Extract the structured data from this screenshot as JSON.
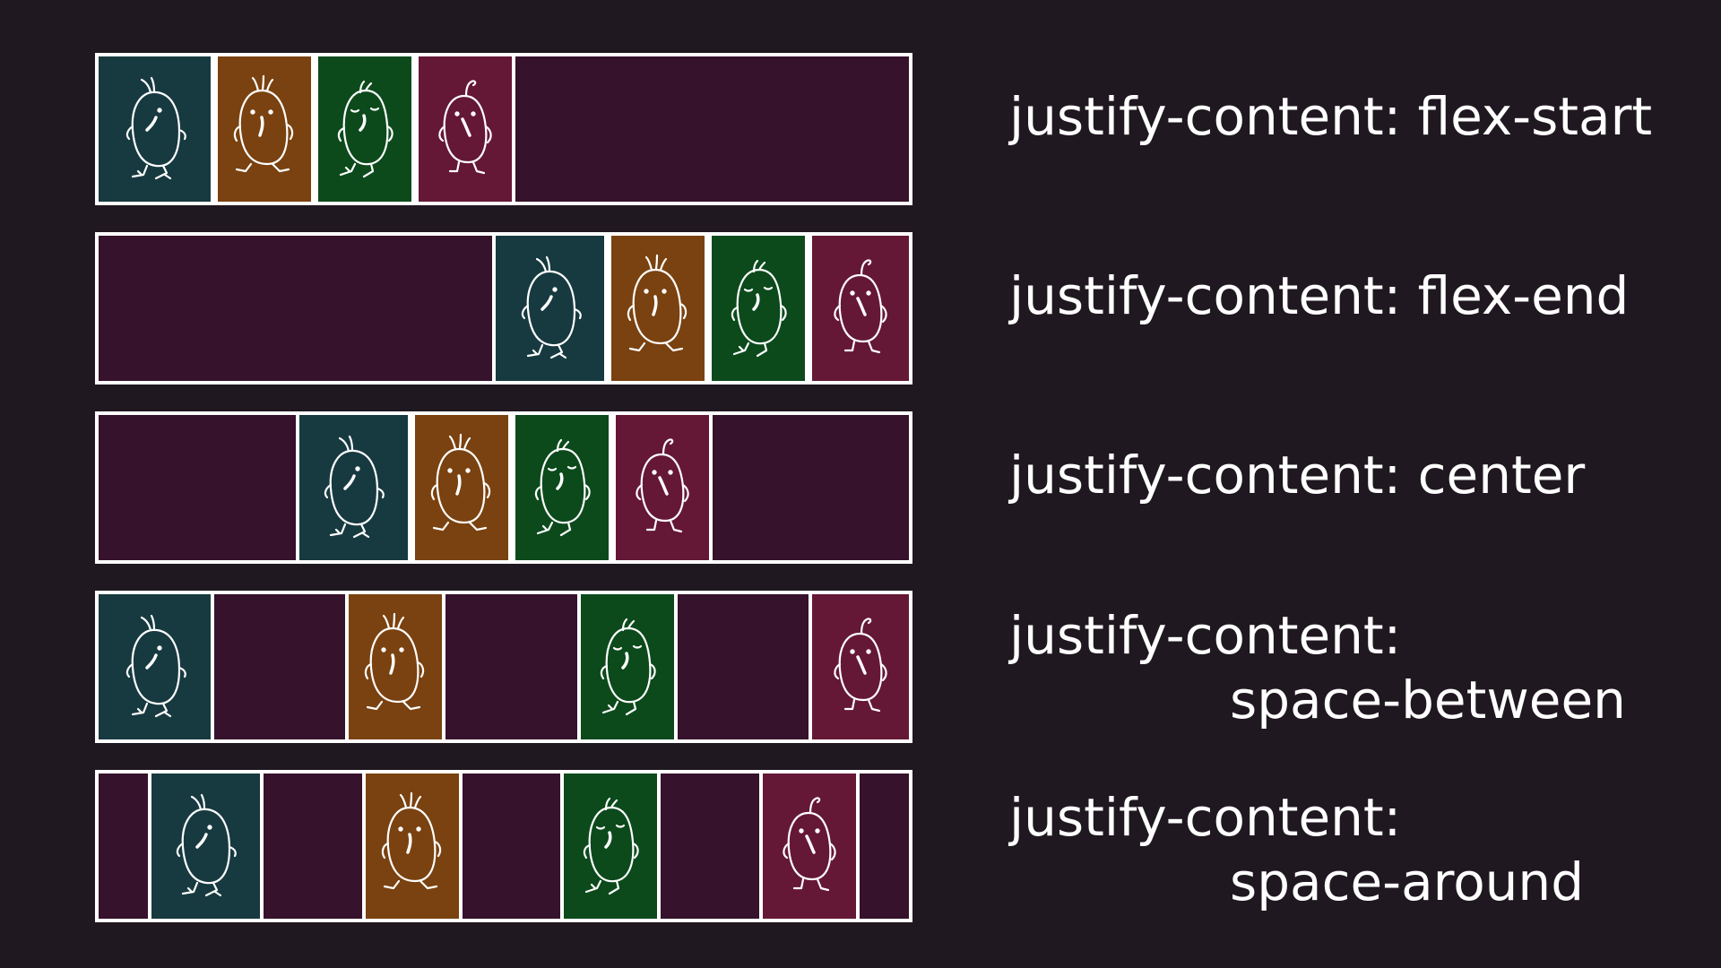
{
  "colors": {
    "background": "#201820",
    "container": "#36122c",
    "border": "#ffffff",
    "bird_teal": "#173a40",
    "bird_orange": "#7a4210",
    "bird_green": "#0c4a1c",
    "bird_maroon": "#651736"
  },
  "birds": [
    {
      "name": "teal-bird",
      "color": "#173a40",
      "icon": "chick-looking-up-icon"
    },
    {
      "name": "orange-bird",
      "color": "#7a4210",
      "icon": "chick-looking-down-icon"
    },
    {
      "name": "green-bird",
      "color": "#0c4a1c",
      "icon": "chick-sleepy-icon"
    },
    {
      "name": "maroon-bird",
      "color": "#651736",
      "icon": "chick-curl-icon"
    }
  ],
  "rows": [
    {
      "id": "flex-start",
      "label_line1": "justify-content: flex-start",
      "label_line2": ""
    },
    {
      "id": "flex-end",
      "label_line1": "justify-content: flex-end",
      "label_line2": ""
    },
    {
      "id": "center",
      "label_line1": "justify-content: center",
      "label_line2": ""
    },
    {
      "id": "space-between",
      "label_line1": "justify-content:",
      "label_line2": "space-between"
    },
    {
      "id": "space-around",
      "label_line1": "justify-content:",
      "label_line2": "space-around"
    }
  ]
}
